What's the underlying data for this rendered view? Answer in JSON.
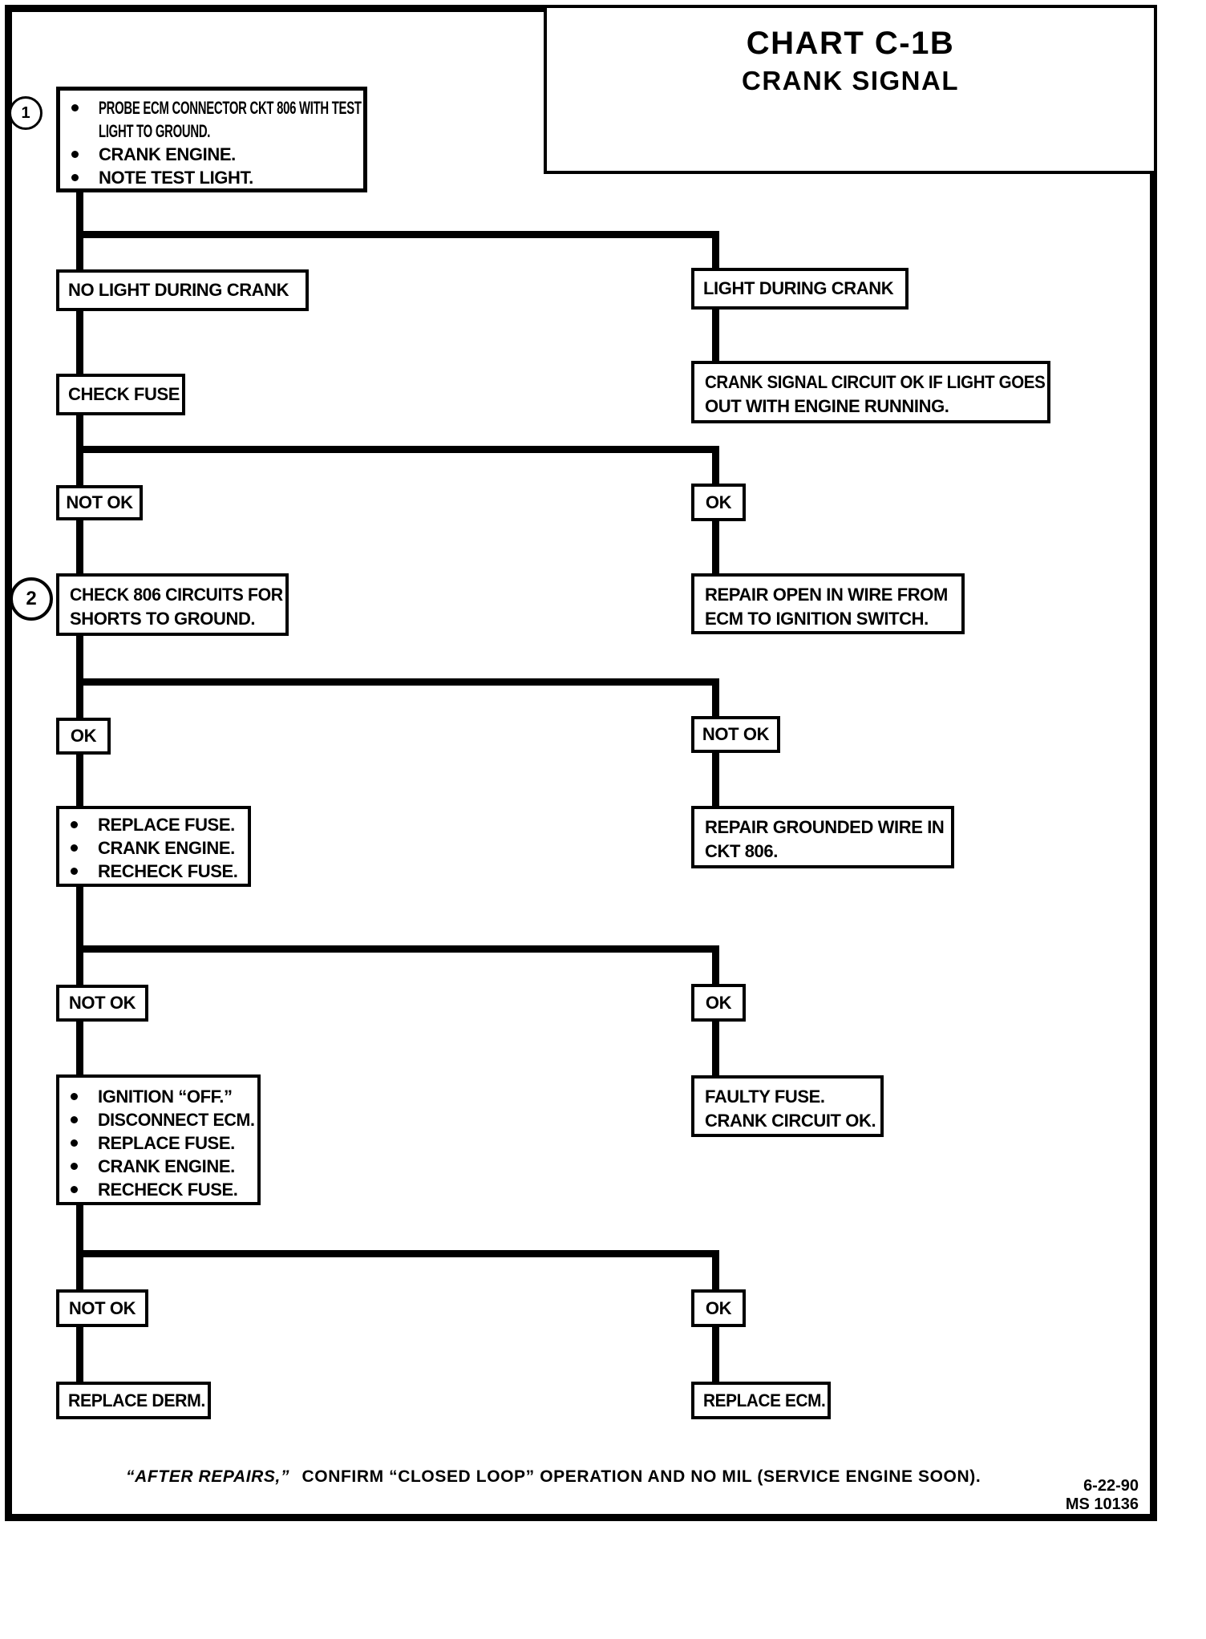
{
  "page": {
    "title": "CHART C-1B",
    "subtitle": "CRANK SIGNAL",
    "step_markers": {
      "one": "1",
      "two": "2"
    },
    "footer": {
      "italic_part": "“AFTER REPAIRS,”",
      "rest_part": "CONFIRM “CLOSED LOOP” OPERATION AND NO MIL (SERVICE ENGINE SOON)."
    },
    "stamp": {
      "date": "6-22-90",
      "doc_id": "MS 10136"
    }
  },
  "flow": {
    "start_box": {
      "bullets": [
        [
          "PROBE ECM CONNECTOR CKT 806 WITH TEST",
          "LIGHT TO GROUND."
        ],
        [
          "CRANK ENGINE."
        ],
        [
          "NOTE TEST LIGHT."
        ]
      ]
    },
    "no_light": "NO LIGHT DURING CRANK",
    "light": "LIGHT DURING CRANK",
    "check_fuse": "CHECK FUSE",
    "crank_ok": [
      "CRANK SIGNAL CIRCUIT OK IF LIGHT GOES",
      "OUT WITH ENGINE RUNNING."
    ],
    "not_ok_1": "NOT OK",
    "ok_1": "OK",
    "check_806": [
      "CHECK 806 CIRCUITS FOR",
      "SHORTS TO GROUND."
    ],
    "repair_open": [
      "REPAIR OPEN IN WIRE FROM",
      "ECM TO IGNITION SWITCH."
    ],
    "ok_2": "OK",
    "not_ok_2": "NOT OK",
    "replace_fuse": [
      "REPLACE FUSE.",
      "CRANK ENGINE.",
      "RECHECK FUSE."
    ],
    "repair_grounded": [
      "REPAIR GROUNDED WIRE IN",
      "CKT 806."
    ],
    "not_ok_3": "NOT OK",
    "ok_3": "OK",
    "ignition_off": [
      "IGNITION “OFF.”",
      "DISCONNECT ECM.",
      "REPLACE FUSE.",
      "CRANK ENGINE.",
      "RECHECK FUSE."
    ],
    "faulty_fuse": [
      "FAULTY FUSE.",
      "CRANK CIRCUIT OK."
    ],
    "not_ok_4": "NOT OK",
    "ok_4": "OK",
    "replace_derm": "REPLACE DERM.",
    "replace_ecm": "REPLACE ECM."
  }
}
